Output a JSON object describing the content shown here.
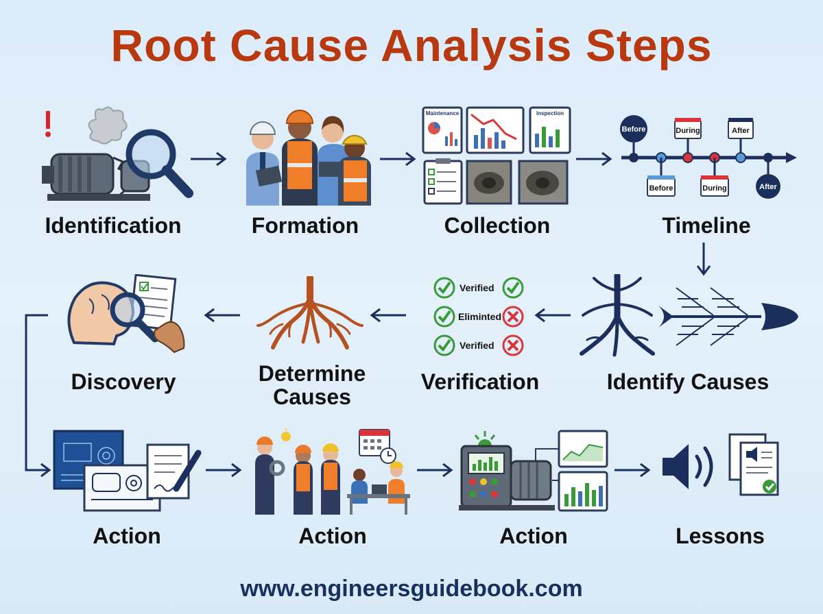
{
  "title": "Root Cause Analysis Steps",
  "footer": "www.engineersguidebook.com",
  "steps": [
    {
      "label": "Identification"
    },
    {
      "label": "Formation"
    },
    {
      "label": "Collection"
    },
    {
      "label": "Timeline"
    },
    {
      "label": "Identify Causes"
    },
    {
      "label": "Verification"
    },
    {
      "label": "Determine Causes"
    },
    {
      "label": "Discovery"
    },
    {
      "label": "Action"
    },
    {
      "label": "Action"
    },
    {
      "label": "Action"
    },
    {
      "label": "Lessons"
    }
  ],
  "collection": {
    "doc1": "Maintenance",
    "doc2": "Inspection"
  },
  "timeline": {
    "top": [
      "Before",
      "During",
      "After"
    ],
    "bottom": [
      "Before",
      "During",
      "After"
    ]
  },
  "verification": [
    "Verified",
    "Eliminted",
    "Verified"
  ],
  "colors": {
    "title": "#b8380f",
    "navy": "#17305f",
    "arrow": "#1c2f5c",
    "root": "#b5501f",
    "check": "#3a9a3a",
    "cross": "#d9343a"
  }
}
